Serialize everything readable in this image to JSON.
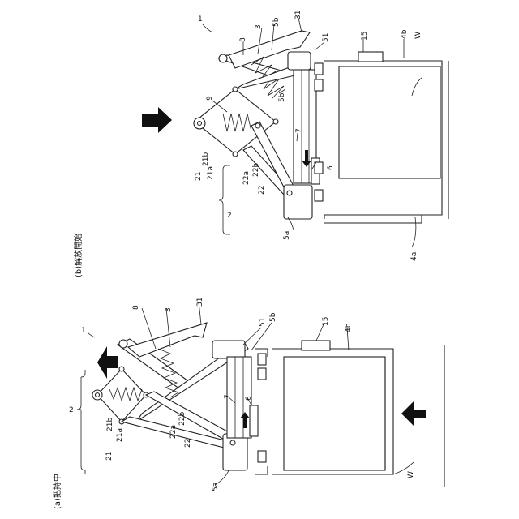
{
  "figure": {
    "panel_a": {
      "caption": "(a)把持中",
      "labels": {
        "l1": "1",
        "l3": "3",
        "l31": "31",
        "l8": "8",
        "l51": "51",
        "l5b": "5b",
        "l15": "15",
        "l4b": "4b",
        "l7": "7",
        "l6": "6",
        "l21": "21",
        "l21a": "21a",
        "l21b": "21b",
        "l22": "22",
        "l22a": "22a",
        "l22b": "22b",
        "l5a": "5a",
        "l2": "2",
        "lW": "W"
      }
    },
    "panel_b": {
      "caption": "(b)解放開始",
      "labels": {
        "l1": "1",
        "l3": "3",
        "l31": "31",
        "l8": "8",
        "l5b1": "5b",
        "l5b2": "5b",
        "l51": "51",
        "l15": "15",
        "l4b": "4b",
        "lW": "W",
        "l9": "9",
        "l7": "7",
        "l6": "6",
        "l21": "21",
        "l21b": "21b",
        "l21a": "21a",
        "l22a": "22a",
        "l22b": "22b",
        "l22": "22",
        "l5a": "5a",
        "l2": "2",
        "l4a": "4a"
      }
    }
  }
}
